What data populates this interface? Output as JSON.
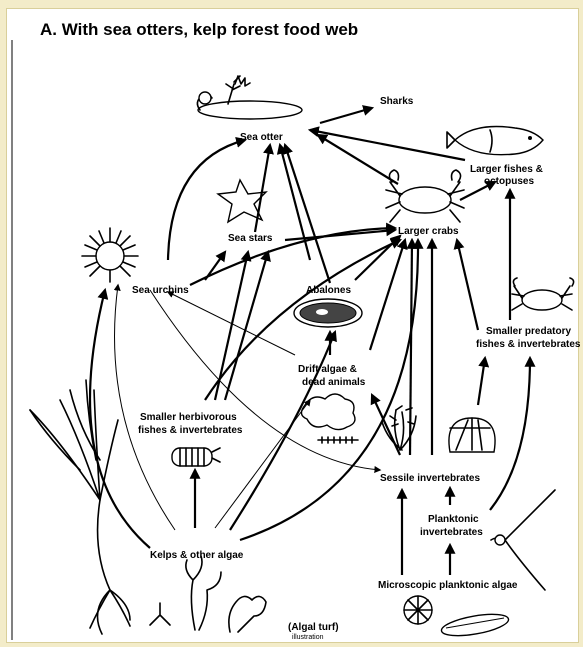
{
  "title": "A. With sea otters, kelp forest food web",
  "nodes": {
    "sharks": "Sharks",
    "sea_otter": "Sea otter",
    "larger_fishes_1": "Larger fishes &",
    "larger_fishes_2": "octopuses",
    "sea_stars": "Sea stars",
    "larger_crabs": "Larger crabs",
    "sea_urchins": "Sea urchins",
    "abalones": "Abalones",
    "smaller_predatory_1": "Smaller predatory",
    "smaller_predatory_2": "fishes & invertebrates",
    "drift_algae_1": "Drift algae &",
    "drift_algae_2": "dead animals",
    "smaller_herbivorous_1": "Smaller herbivorous",
    "smaller_herbivorous_2": "fishes & invertebrates",
    "sessile": "Sessile invertebrates",
    "planktonic_1": "Planktonic",
    "planktonic_2": "invertebrates",
    "kelps": "Kelps & other algae",
    "microscopic": "Microscopic planktonic algae",
    "algal_turf": "(Algal turf)",
    "algal_turf_sub": "illustration"
  }
}
